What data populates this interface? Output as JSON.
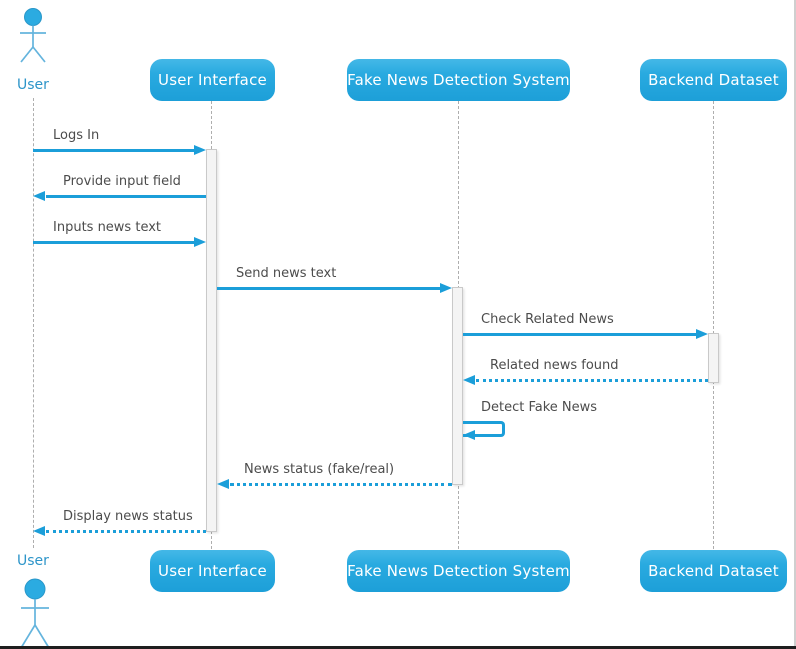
{
  "diagram": {
    "type": "sequence-diagram",
    "participants": [
      {
        "label": "User",
        "kind": "actor"
      },
      {
        "label": "User Interface",
        "kind": "participant"
      },
      {
        "label": "Fake News Detection System",
        "kind": "participant"
      },
      {
        "label": "Backend Dataset",
        "kind": "participant"
      }
    ],
    "messages": [
      {
        "label": "Logs In",
        "from": "User",
        "to": "User Interface",
        "line": "solid"
      },
      {
        "label": "Provide input field",
        "from": "User Interface",
        "to": "User",
        "line": "solid"
      },
      {
        "label": "Inputs news text",
        "from": "User",
        "to": "User Interface",
        "line": "solid"
      },
      {
        "label": "Send news text",
        "from": "User Interface",
        "to": "Fake News Detection System",
        "line": "solid"
      },
      {
        "label": "Check Related News",
        "from": "Fake News Detection System",
        "to": "Backend Dataset",
        "line": "solid"
      },
      {
        "label": "Related news found",
        "from": "Backend Dataset",
        "to": "Fake News Detection System",
        "line": "dotted"
      },
      {
        "label": "Detect Fake News",
        "from": "Fake News Detection System",
        "to": "Fake News Detection System",
        "line": "self"
      },
      {
        "label": "News status (fake/real)",
        "from": "Fake News Detection System",
        "to": "User Interface",
        "line": "dotted"
      },
      {
        "label": "Display news status",
        "from": "User Interface",
        "to": "User",
        "line": "dotted"
      }
    ],
    "colors": {
      "participant_fill": "#29aae0",
      "participant_text": "#ffffff",
      "arrow": "#1b9ed9",
      "actor_label": "#2d95c9",
      "message_text": "#4c4c4c",
      "lifeline": "#aeaeae",
      "activation_fill": "#f4f4f4",
      "activation_border": "#c9c9c9"
    }
  }
}
